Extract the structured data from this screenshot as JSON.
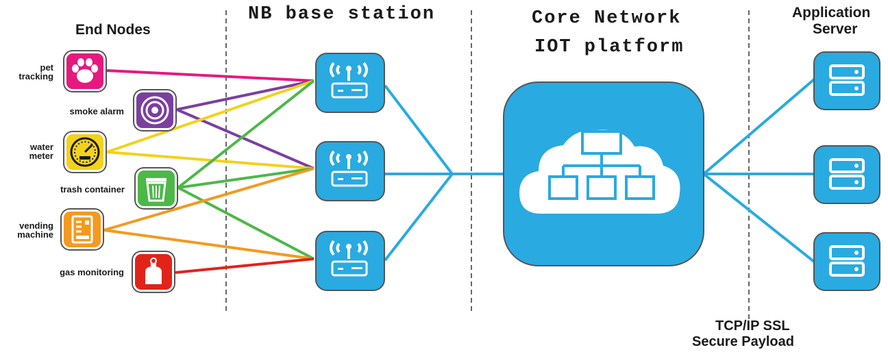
{
  "headers": {
    "end_nodes": "End Nodes",
    "base_station": "NB base station",
    "core_network_line1": "Core Network",
    "core_network_line2": "IOT platform",
    "app_server_line1": "Application",
    "app_server_line2": "Server"
  },
  "end_nodes": [
    {
      "label_line1": "pet",
      "label_line2": "tracking",
      "icon": "paw-icon",
      "color": "#e6197f"
    },
    {
      "label_line1": "smoke alarm",
      "label_line2": "",
      "icon": "smoke-alarm-icon",
      "color": "#7b3fa0"
    },
    {
      "label_line1": "water",
      "label_line2": "meter",
      "icon": "meter-icon",
      "color": "#f2d21b"
    },
    {
      "label_line1": "trash container",
      "label_line2": "",
      "icon": "trash-bin-icon",
      "color": "#4cb848"
    },
    {
      "label_line1": "vending",
      "label_line2": "machine",
      "icon": "vending-machine-icon",
      "color": "#f39a1f"
    },
    {
      "label_line1": "gas monitoring",
      "label_line2": "",
      "icon": "gas-cylinder-icon",
      "color": "#e2231a"
    }
  ],
  "protocol": {
    "line1": "TCP/IP SSL",
    "line2": "Secure Payload"
  },
  "colors": {
    "accent_blue": "#29aae1",
    "tile_border": "#555555",
    "divider": "#666666"
  }
}
